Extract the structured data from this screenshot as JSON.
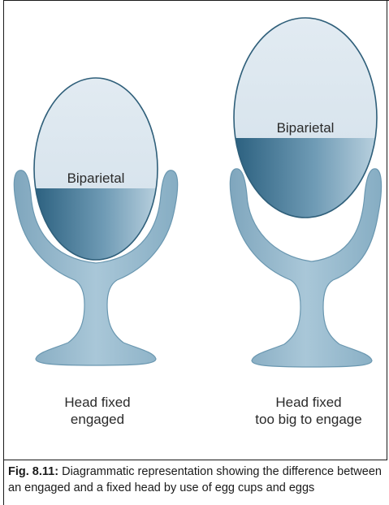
{
  "figure": {
    "left": {
      "egg_label": "Biparietal",
      "caption_line1": "Head fixed",
      "caption_line2": "engaged"
    },
    "right": {
      "egg_label": "Biparietal",
      "caption_line1": "Head fixed",
      "caption_line2": "too big to engage"
    }
  },
  "caption": {
    "number": "Fig. 8.11:",
    "text": " Diagrammatic representation showing the difference between an engaged and a fixed head by use of egg cups and eggs"
  },
  "colors": {
    "cup_fill": "#9bbdd0",
    "cup_stroke": "#5f8fa8",
    "egg_top": "#d8e4ee",
    "egg_bottom_dark": "#2e6583",
    "egg_bottom_light": "#b4cedd",
    "egg_stroke": "#2f5f7a"
  }
}
